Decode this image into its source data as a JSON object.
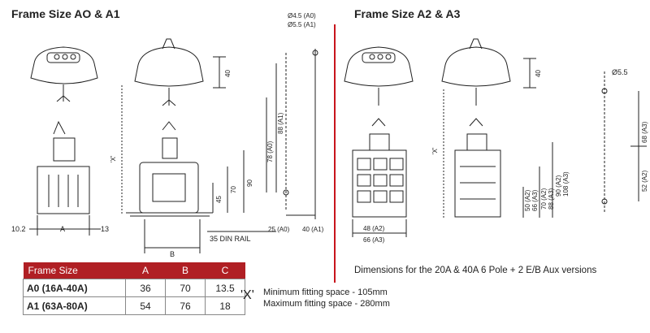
{
  "titles": {
    "left": "Frame Size AO & A1",
    "right": "Frame Size A2 & A3"
  },
  "dimension_labels": {
    "h40_a": "40",
    "h40_b": "40",
    "h90_a": "90",
    "h70_a": "70",
    "h45_a": "45",
    "x_left": "'X'",
    "x_right": "'X'",
    "w_10_2": "10.2",
    "w_A": "A",
    "w_13": "13",
    "w_B": "B",
    "din_rail": "35 DIN RAIL",
    "hole_a0": "Ø4.5 (A0)",
    "hole_a1": "Ø5.5 (A1)",
    "v88_a1": "88 (A1)",
    "v78_a0": "78 (A0)",
    "b25_a0": "25 (A0)",
    "b40_a1": "40 (A1)",
    "hole_a23": "Ø5.5",
    "v68_a3": "68 (A3)",
    "v52_a2": "52 (A2)",
    "a2a3_90": "90 (A2)",
    "a2a3_108": "108 (A3)",
    "a2a3_70": "70 (A2)",
    "a2a3_88": "88 (A3)",
    "a2a3_50": "50 (A2)",
    "a2a3_66": "66 (A3)",
    "w48_a2": "48 (A2)",
    "w66_a3": "66 (A3)"
  },
  "dimensions_caption": "Dimensions for the 20A & 40A 6 Pole + 2 E/B Aux versions",
  "table": {
    "headers": [
      "Frame Size",
      "A",
      "B",
      "C"
    ],
    "rows": [
      {
        "label": "A0 (16A-40A)",
        "a": "36",
        "b": "70",
        "c": "13.5"
      },
      {
        "label": "A1 (63A-80A)",
        "a": "54",
        "b": "76",
        "c": "18"
      }
    ]
  },
  "fitting_note": {
    "symbol": "'X'",
    "min": "Minimum fitting space - 105mm",
    "max": "Maximum fitting space - 280mm"
  },
  "colors": {
    "accent_red": "#b01f24",
    "divider_red": "#c8151c"
  }
}
